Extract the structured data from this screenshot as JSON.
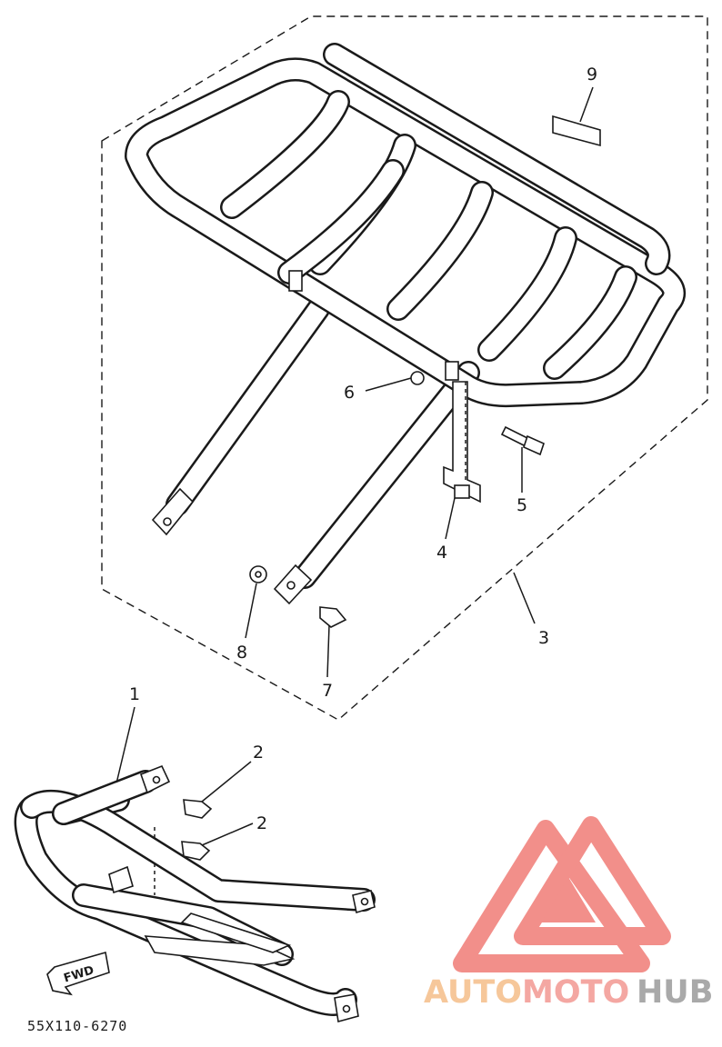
{
  "diagram": {
    "part_numbers": {
      "p1": "1",
      "p2a": "2",
      "p2b": "2",
      "p3": "3",
      "p4": "4",
      "p5": "5",
      "p6": "6",
      "p7": "7",
      "p8": "8",
      "p9": "9"
    },
    "fwd_label": "FWD",
    "drawing_code": "55X110-6270"
  },
  "watermark": {
    "text_auto": "AUTO",
    "text_moto": "MOTO",
    "text_hub": "HUB",
    "colors": {
      "auto": "#f6c79a",
      "moto": "#f4a7a2",
      "hub": "#a9a9a9",
      "logo": "#f28f8a"
    }
  }
}
